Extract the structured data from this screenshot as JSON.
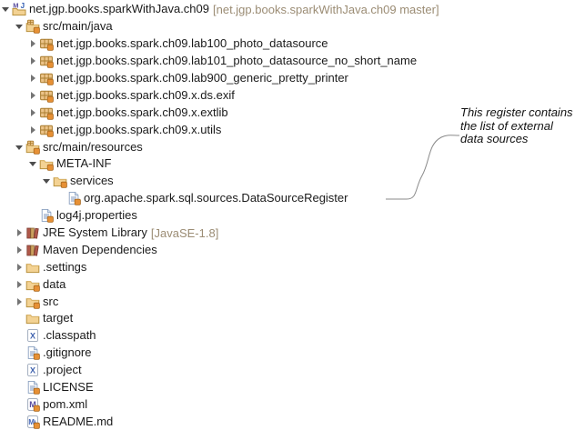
{
  "window": {
    "app": "Eclipse Package Explorer",
    "background": "#ffffff"
  },
  "colors": {
    "text": "#1a1a1a",
    "decorator_text": "#9b8c74",
    "callout_line": "#8a8a8a",
    "badge_orange": "#e69035",
    "folder_fill": "#f3d293",
    "folder_border": "#b8913e",
    "xml_blue": "#3f62ae",
    "maven_violet": "#5b4fa0",
    "library_red": "#b0584a"
  },
  "tree": {
    "items": [
      {
        "level": 0,
        "arrow": "expanded",
        "icon": "maven-java-project-icon",
        "badge": false,
        "label": "net.jgp.books.sparkWithJava.ch09",
        "decorator": "[net.jgp.books.sparkWithJava.ch09 master]"
      },
      {
        "level": 1,
        "arrow": "expanded",
        "icon": "source-folder-icon",
        "badge": true,
        "label": "src/main/java"
      },
      {
        "level": 2,
        "arrow": "collapsed",
        "icon": "package-icon",
        "badge": true,
        "label": "net.jgp.books.spark.ch09.lab100_photo_datasource"
      },
      {
        "level": 2,
        "arrow": "collapsed",
        "icon": "package-icon",
        "badge": true,
        "label": "net.jgp.books.spark.ch09.lab101_photo_datasource_no_short_name"
      },
      {
        "level": 2,
        "arrow": "collapsed",
        "icon": "package-icon",
        "badge": true,
        "label": "net.jgp.books.spark.ch09.lab900_generic_pretty_printer"
      },
      {
        "level": 2,
        "arrow": "collapsed",
        "icon": "package-icon",
        "badge": true,
        "label": "net.jgp.books.spark.ch09.x.ds.exif"
      },
      {
        "level": 2,
        "arrow": "collapsed",
        "icon": "package-icon",
        "badge": true,
        "label": "net.jgp.books.spark.ch09.x.extlib"
      },
      {
        "level": 2,
        "arrow": "collapsed",
        "icon": "package-icon",
        "badge": true,
        "label": "net.jgp.books.spark.ch09.x.utils"
      },
      {
        "level": 1,
        "arrow": "expanded",
        "icon": "source-folder-icon",
        "badge": true,
        "label": "src/main/resources"
      },
      {
        "level": 2,
        "arrow": "expanded",
        "icon": "folder-icon",
        "badge": true,
        "label": "META-INF"
      },
      {
        "level": 3,
        "arrow": "expanded",
        "icon": "folder-icon",
        "badge": true,
        "label": "services"
      },
      {
        "level": 4,
        "arrow": null,
        "icon": "text-file-icon",
        "badge": true,
        "label": "org.apache.spark.sql.sources.DataSourceRegister"
      },
      {
        "level": 2,
        "arrow": null,
        "icon": "text-file-icon",
        "badge": true,
        "label": "log4j.properties"
      },
      {
        "level": 1,
        "arrow": "collapsed",
        "icon": "library-icon",
        "badge": false,
        "label": "JRE System Library",
        "decorator": "[JavaSE-1.8]"
      },
      {
        "level": 1,
        "arrow": "collapsed",
        "icon": "library-icon",
        "badge": false,
        "label": "Maven Dependencies"
      },
      {
        "level": 1,
        "arrow": "collapsed",
        "icon": "folder-icon",
        "badge": false,
        "label": ".settings"
      },
      {
        "level": 1,
        "arrow": "collapsed",
        "icon": "folder-icon",
        "badge": true,
        "label": "data"
      },
      {
        "level": 1,
        "arrow": "collapsed",
        "icon": "folder-icon",
        "badge": true,
        "label": "src"
      },
      {
        "level": 1,
        "arrow": null,
        "icon": "folder-icon",
        "badge": false,
        "label": "target"
      },
      {
        "level": 1,
        "arrow": null,
        "icon": "xml-file-icon",
        "badge": false,
        "label": ".classpath"
      },
      {
        "level": 1,
        "arrow": null,
        "icon": "text-file-icon",
        "badge": true,
        "label": ".gitignore"
      },
      {
        "level": 1,
        "arrow": null,
        "icon": "xml-file-icon",
        "badge": false,
        "label": ".project"
      },
      {
        "level": 1,
        "arrow": null,
        "icon": "text-file-icon",
        "badge": true,
        "label": "LICENSE"
      },
      {
        "level": 1,
        "arrow": null,
        "icon": "maven-file-icon",
        "badge": true,
        "label": "pom.xml"
      },
      {
        "level": 1,
        "arrow": null,
        "icon": "markdown-file-icon",
        "badge": true,
        "label": "README.md"
      }
    ]
  },
  "annotation": {
    "lines": [
      "This register contains",
      "the list of external",
      "data sources"
    ]
  }
}
